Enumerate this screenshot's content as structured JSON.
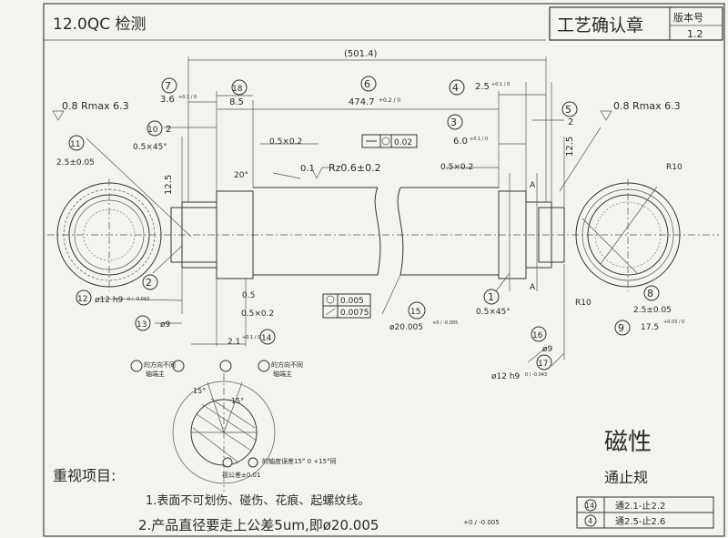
{
  "sheet": {
    "title": "12.0QC 检测",
    "approval_box": "工艺确认章",
    "version_label": "版本号",
    "version_value": "1.2"
  },
  "dimensions": {
    "overall": "(501.4)",
    "center_len": "474.7",
    "center_tol": "+0.2 / 0",
    "step_left": "3.6",
    "step_left_tol": "+0.1 / 0",
    "step_right_a": "2.5",
    "step_right_a_tol": "+0.1 / 0",
    "step_right_b": "6.0",
    "step_right_b_tol": "+0.1 / 0",
    "d85": "8.5",
    "d2_left": "2",
    "d2_right": "2",
    "chamfer_l": "0.5×45°",
    "chamfer_r": "0.5×45°",
    "chamfer_small_1": "0.5×0.2",
    "chamfer_small_2": "0.5×0.2",
    "chamfer_small_3": "0.5×0.2",
    "chamfer_05": "0.5",
    "d25_l": "2.5±0.05",
    "d25_r": "2.5±0.05",
    "d125_l": "12.5",
    "d125_r": "12.5",
    "d21": "2.1",
    "d21_tol": "+0.1 / 0",
    "d175": "17.5",
    "d175_tol": "+0.03 / 0",
    "angle20": "20°",
    "rmax_l": "0.8 Rmax 6.3",
    "rmax_r": "0.8 Rmax 6.3",
    "rz": "Rz0.6±0.2",
    "rz_prefix": "0.1",
    "fc_flat": "0.02",
    "fc_circ": "0.005",
    "fc_run": "0.0075",
    "dia_main": "ø20.005",
    "dia_main_tol": "+0 / -0.005",
    "dia9_l": "ø9",
    "dia9_r": "ø9",
    "dia12_l": "ø12 h9",
    "dia12_l_tol": "0 / -0.043",
    "dia12_r": "ø12 h9",
    "dia12_r_tol": "0 / -0.043",
    "r10_a": "R10",
    "r10_b": "R10",
    "datum_a1": "A",
    "datum_a2": "A",
    "ang15_a": "15°",
    "ang15_b": "15°"
  },
  "balloons": [
    "1",
    "2",
    "3",
    "4",
    "5",
    "6",
    "7",
    "8",
    "9",
    "10",
    "11",
    "12",
    "13",
    "14",
    "15",
    "16",
    "17",
    "18"
  ],
  "notes": {
    "n_a": "的方向不同",
    "n_a2": "轴端主",
    "n_b": "的方向不同",
    "n_b2": "轴端主",
    "n_c": "的轴度误差15°  0  +15°同",
    "n_d": "视公差±0.01",
    "keypoints_title": "重视项目:",
    "kp1": "1.表面不可划伤、碰伤、花痕、起螺纹线。",
    "kp2": "2.产品直径要走上公差5um,即ø20.005",
    "kp2_tol": "+0 / -0.005"
  },
  "magnetic": {
    "label": "磁性",
    "gauge_title": "通止规",
    "rows": [
      {
        "num": "14",
        "value": "通2.1-止2.2"
      },
      {
        "num": "4",
        "value": "通2.5-止2.6"
      }
    ]
  }
}
